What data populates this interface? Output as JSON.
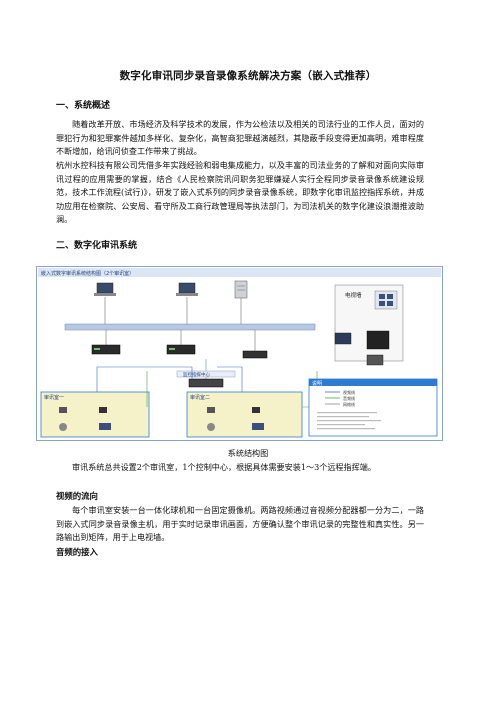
{
  "title": "数字化审讯同步录音录像系统解决方案（嵌入式推荐）",
  "section1": {
    "heading": "一、系统概述",
    "para1": "随着改革开放、市场经济及科学技术的发展，作为公检法以及相关的司法行业的工作人员，面对的罪犯行为和犯罪案件越加多样化、复杂化，高智商犯罪越演越烈，其隐蔽手段变得更加高明，难审程度不断增加，给讯问侦查工作带来了挑战。",
    "para2": "杭州水控科技有限公司凭借多年实践经验和弱电集成能力，以及丰富的司法业务的了解和对面向实际审讯过程的应用需要的掌握，结合《人民检察院讯问职务犯罪嫌疑人实行全程同步录音录像系统建设规范，技术工作流程(试行)》，研发了嵌入式系列的同步录音录像系统，即数字化审讯监控指挥系统，并成功应用在检察院、公安局、看守所及工商行政管理局等执法部门，为司法机关的数字化建设浪潮推波助澜。"
  },
  "section2": {
    "heading": "二、数字化审讯系统",
    "diagram": {
      "header": "嵌入式数字审讯系统结构图（2个审讯室）",
      "room_left": "审讯室一",
      "room_right": "审讯室二",
      "control_room": "监控指挥中心",
      "electrical_room": "电视墙",
      "legend_title": "说明",
      "legend_items": [
        "视频线",
        "音频线",
        "网络线"
      ]
    },
    "caption": "系统结构图",
    "para1": "审讯系统总共设置2个审讯室，1个控制中心，根据具体需要安装1～3个远程指挥端。",
    "video_heading": "视频的流向",
    "video_para": "每个审讯室安装一台一体化球机和一台固定摄像机。两路视频通过音视频分配器都一分为二，一路到嵌入式同步录音录像主机，用于实时记录审讯画面，方便确认整个审讯记录的完整性和真实性。另一路输出到矩阵，用于上电视墙。",
    "audio_heading": "音频的接入"
  },
  "colors": {
    "diagram_border": "#8aa4c9",
    "room_fill": "#f5f2c9",
    "room_border": "#2f7bd1",
    "legend_border": "#2f7bd1",
    "header_fill": "#dbe5f4"
  }
}
